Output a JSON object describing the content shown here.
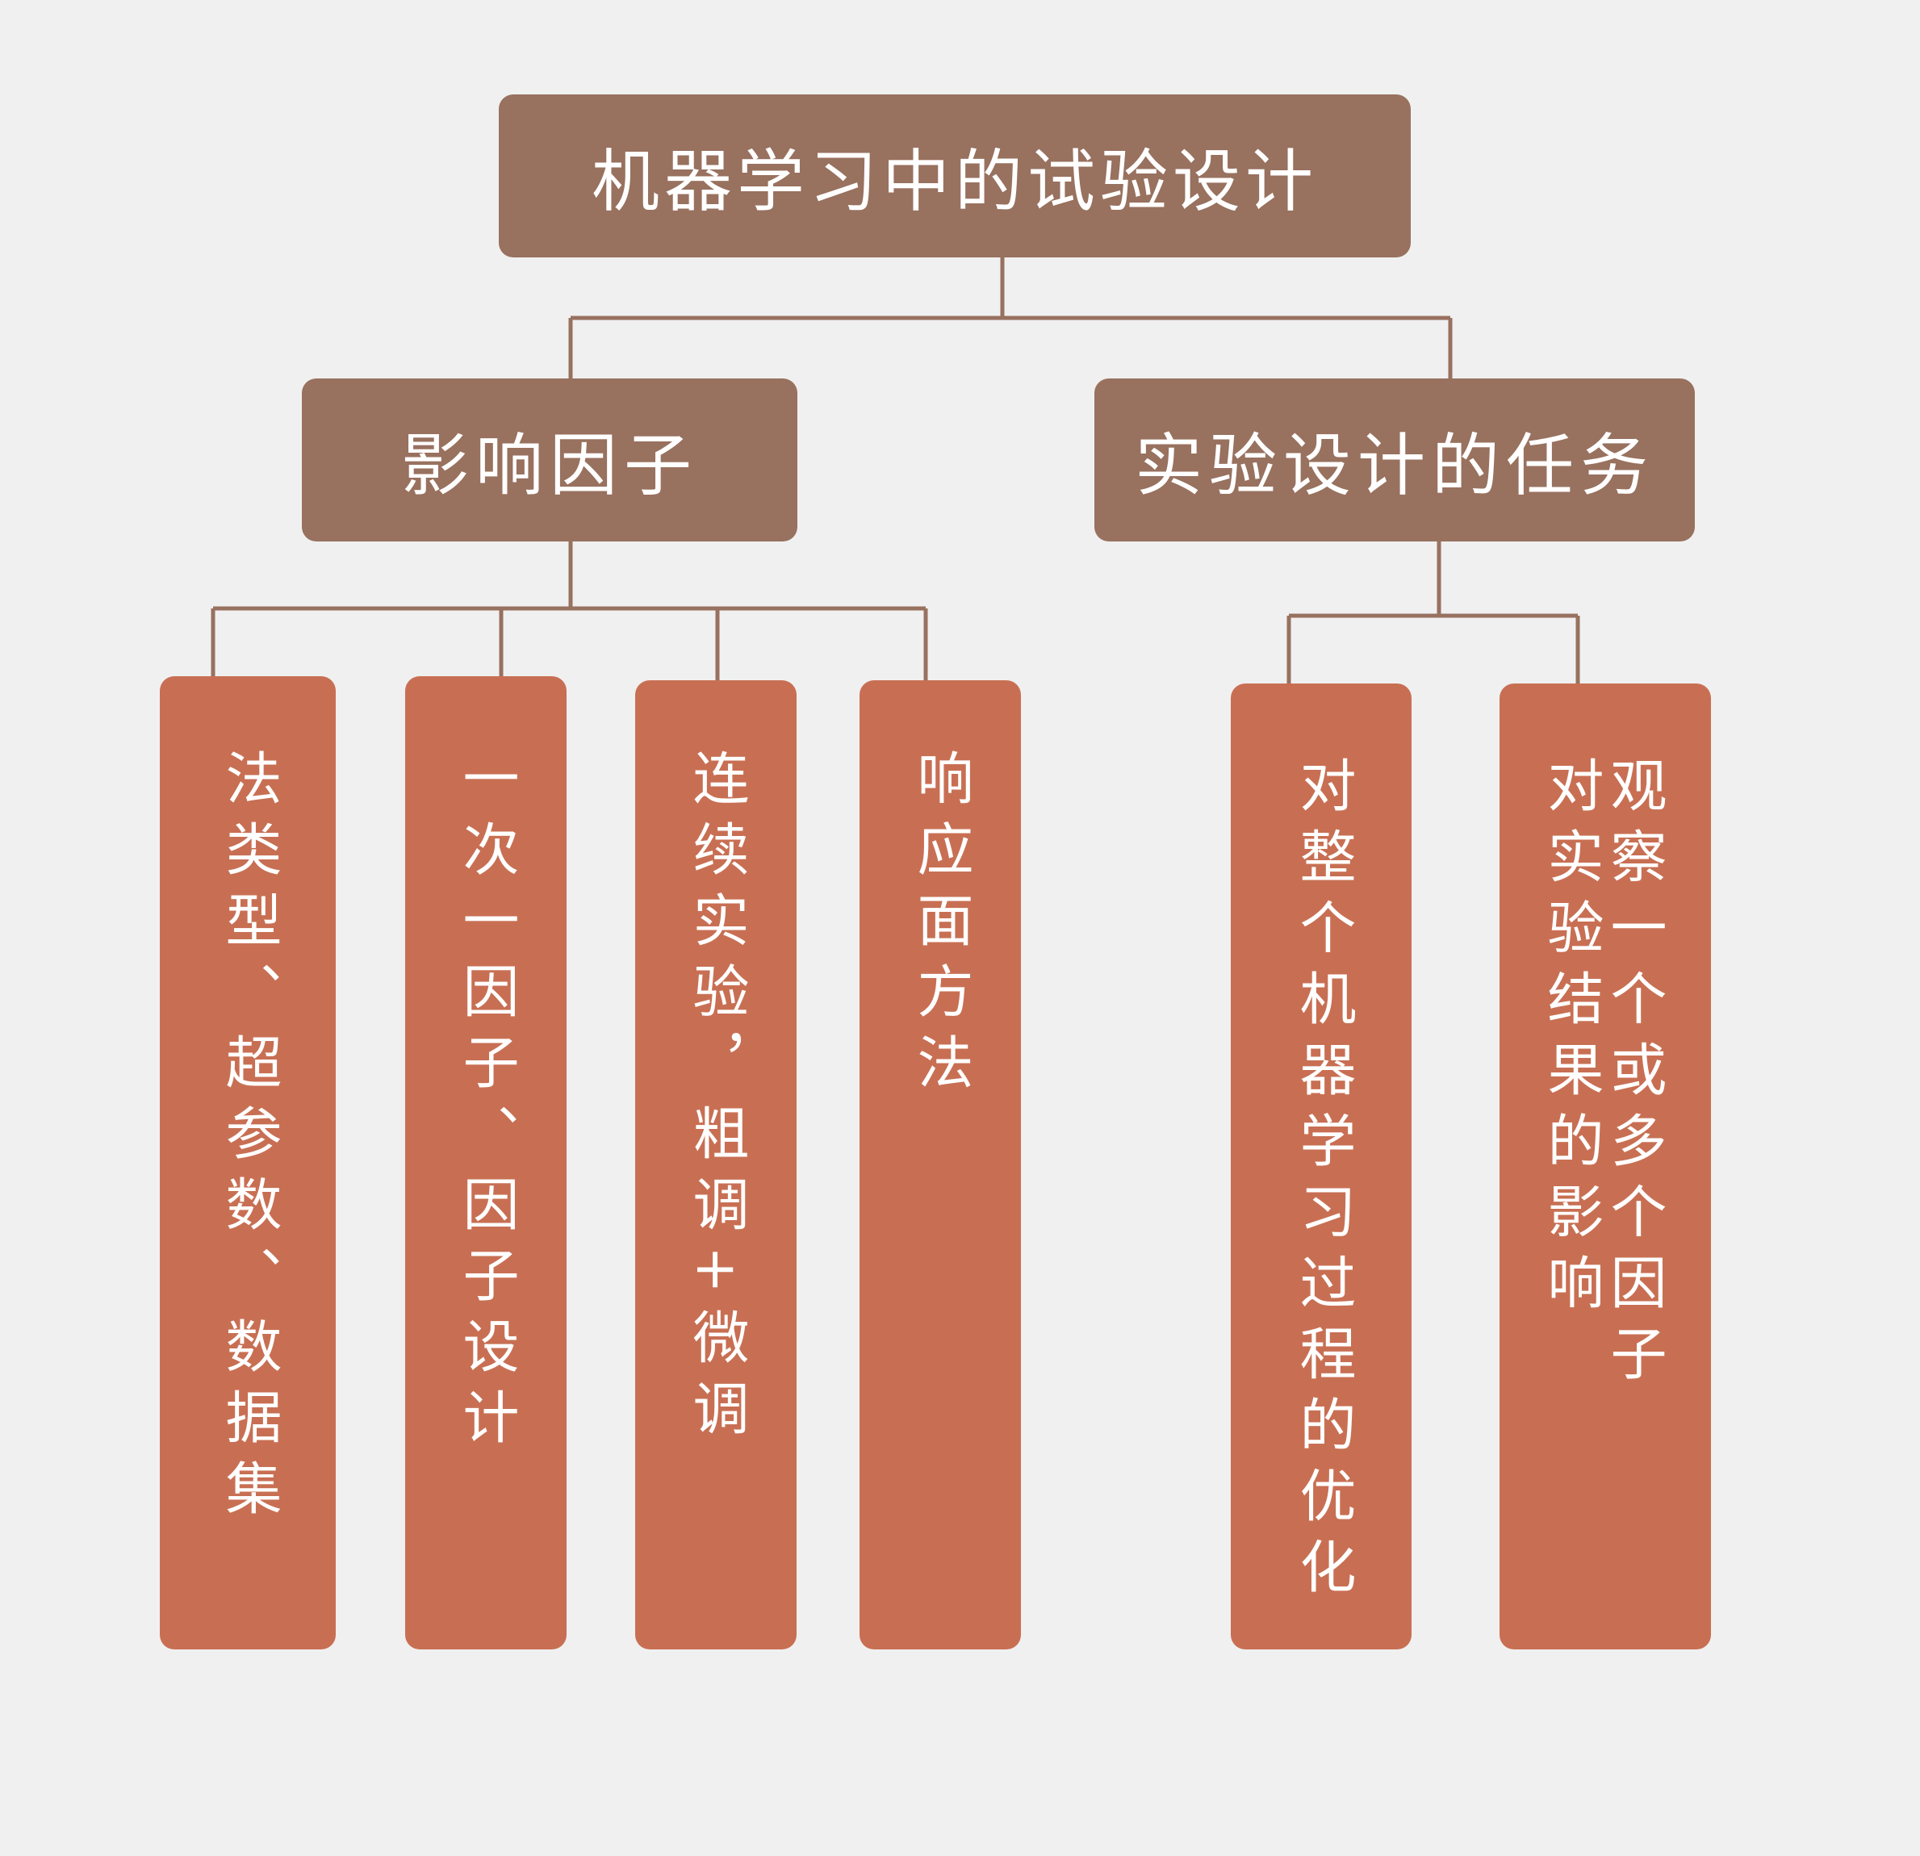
{
  "root": {
    "title": "机器学习中的试验设计"
  },
  "branches": [
    {
      "title": "影响因子",
      "leaves": [
        "法类型、超参数、数据集",
        "一次一因子、因子设计",
        "连续实验，粗调+微调",
        "响应面方法"
      ]
    },
    {
      "title": "实验设计的任务",
      "leaves": [
        "对整个机器学习过程的优化",
        "观察一个或多个因子\n对实验结果的影响"
      ]
    }
  ],
  "colors": {
    "background": "#f0f0f0",
    "header": "#98715f",
    "leaf": "#c86f53",
    "connector": "#98715f"
  }
}
